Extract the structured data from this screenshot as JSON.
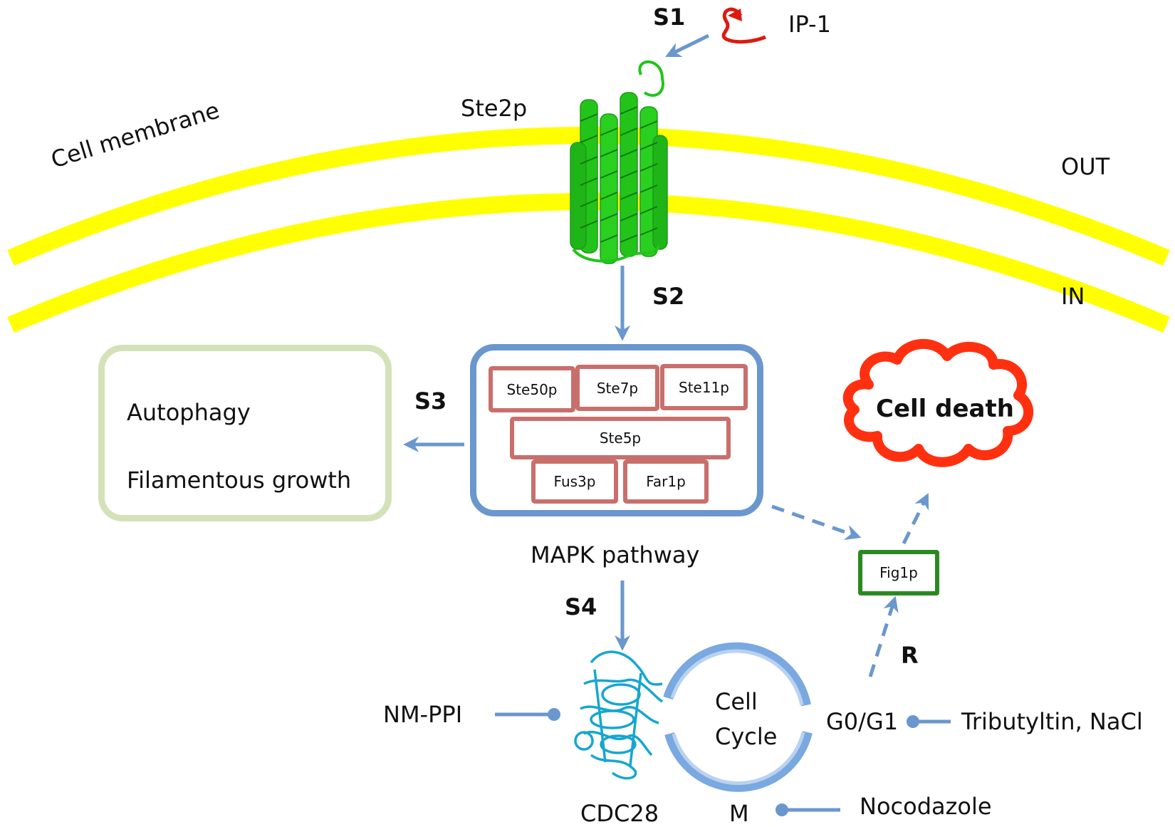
{
  "steps": {
    "s1": "S1",
    "s2": "S2",
    "s3": "S3",
    "s4": "S4",
    "r": "R"
  },
  "labels": {
    "ip1": "IP-1",
    "ste2p": "Ste2p",
    "cell_membrane": "Cell membrane",
    "out": "OUT",
    "in": "IN",
    "mapk_pathway": "MAPK pathway",
    "cell_death": "Cell death",
    "cdc28": "CDC28",
    "cell": "Cell",
    "cycle": "Cycle",
    "g0g1": "G0/G1",
    "m": "M",
    "nm_ppi": "NM-PPI",
    "tributyltin": "Tributyltin, NaCl",
    "nocodazole": "Nocodazole"
  },
  "mapk_proteins": {
    "ste50p": "Ste50p",
    "ste7p": "Ste7p",
    "ste11p": "Ste11p",
    "ste5p": "Ste5p",
    "fus3p": "Fus3p",
    "far1p": "Far1p"
  },
  "fig1p": "Fig1p",
  "outcomes": [
    "Autophagy",
    "Filamentous growth"
  ],
  "colors": {
    "membrane": "#ffff00",
    "arrow": "#6a97cd",
    "mapk_border": "#6a97cd",
    "protein_border": "#c96f6b",
    "outcome_border": "#d3e2b9",
    "fig1p_border": "#2a8a20",
    "cell_death_cloud": "#ff3010",
    "ste2p_protein": "#22c41a",
    "cdc28_protein": "#17a6cf",
    "ip1_peptide": "#dd1a10"
  }
}
